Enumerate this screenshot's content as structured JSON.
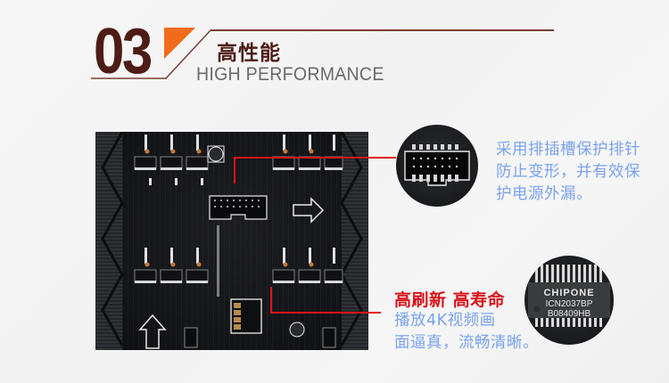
{
  "section": {
    "number": "03",
    "title_cn": "高性能",
    "title_en": "HIGH PERFORMANCE",
    "colors": {
      "number": "#4e1c16",
      "accent_triangle": "#f26a1b",
      "rule_line": "#7a4034",
      "subtitle": "#6a6a6a"
    }
  },
  "callouts": [
    {
      "id": "connector",
      "image": "pin-header-connector-closeup",
      "lines": [
        "采用排插槽保护排针",
        "防止变形，并有效保",
        "护电源外漏。"
      ],
      "color": "#7aa3ee"
    },
    {
      "id": "driver-chip",
      "image": "driver-ic-closeup",
      "headline": "高刷新 高寿命",
      "headline_color": "#d8121b",
      "lines": [
        "播放4K视频画",
        "面逼真，流畅清晰。"
      ],
      "color": "#7aa3ee",
      "chip_marking": {
        "brand": "CHIPONE",
        "model": "ICN2037BP",
        "batch": "B08409HB"
      }
    }
  ],
  "board": {
    "image": "led-module-pcb-back",
    "arrows": [
      "arrow-right",
      "arrow-up"
    ],
    "leader_color": "#e2141a"
  }
}
